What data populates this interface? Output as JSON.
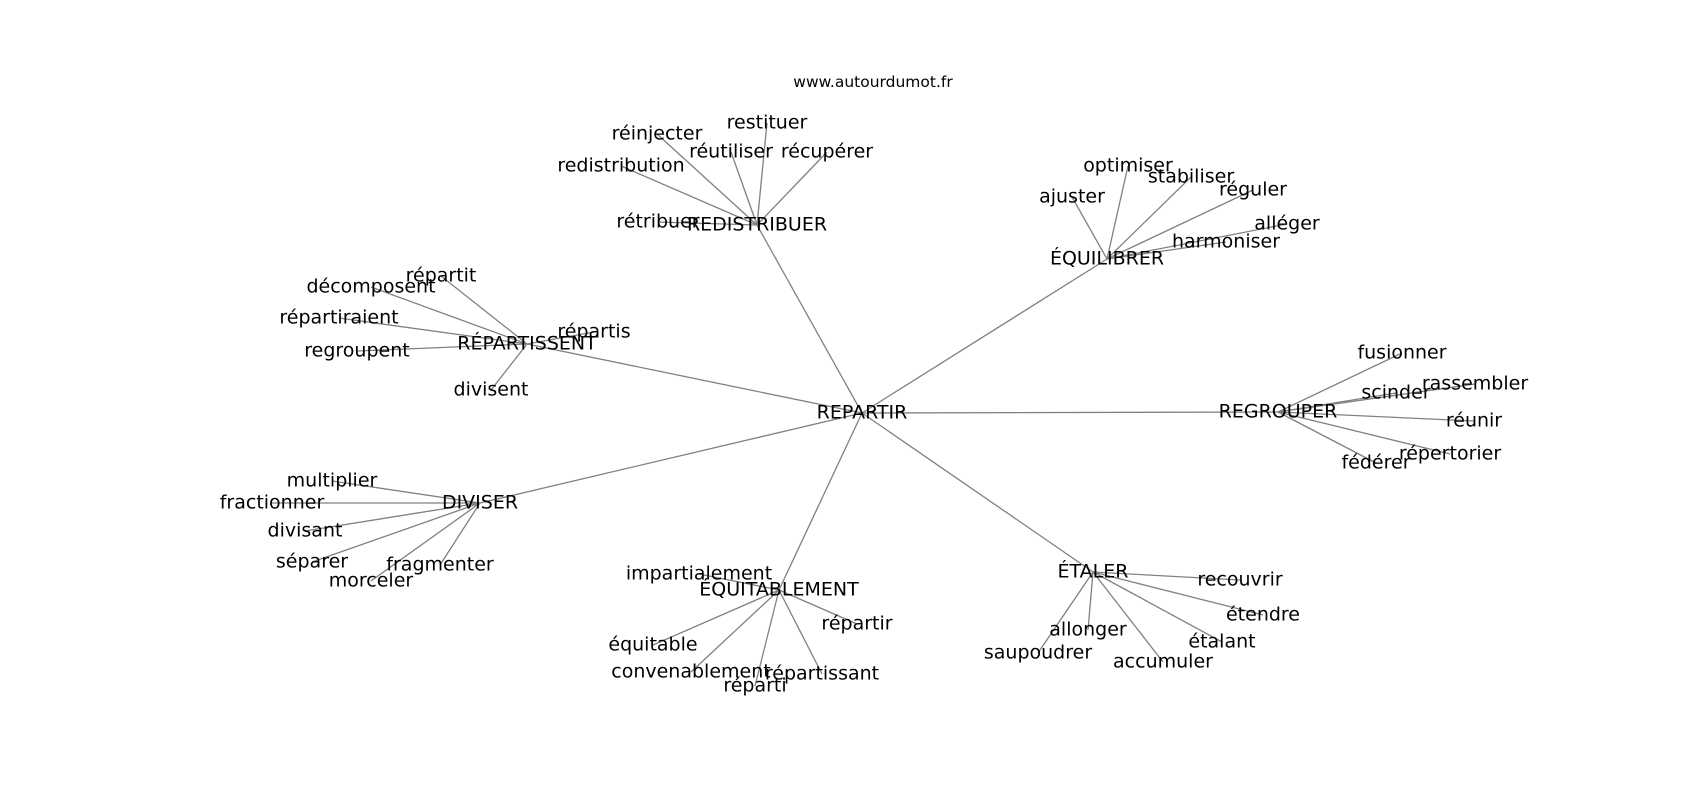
{
  "source": "www.autourdumot.fr",
  "hub": {
    "id": "n0",
    "label": "REPARTIR"
  },
  "groups": [
    {
      "id": "g1",
      "label": "REDISTRIBUER",
      "leaves": [
        "restituer",
        "réinjecter",
        "réutiliser",
        "récupérer",
        "redistribution",
        "rétribuer"
      ]
    },
    {
      "id": "g2",
      "label": "ÉQUILIBRER",
      "leaves": [
        "optimiser",
        "stabiliser",
        "ajuster",
        "réguler",
        "alléger",
        "harmoniser"
      ]
    },
    {
      "id": "g3",
      "label": "RÉPARTISSENT",
      "leaves": [
        "répartit",
        "décomposent",
        "répartis",
        "répartiraient",
        "regroupent",
        "divisent"
      ]
    },
    {
      "id": "g4",
      "label": "REGROUPER",
      "leaves": [
        "fusionner",
        "rassembler",
        "scinder",
        "réunir",
        "répertorier",
        "fédérer"
      ]
    },
    {
      "id": "g5",
      "label": "DIVISER",
      "leaves": [
        "multiplier",
        "fractionner",
        "divisant",
        "séparer",
        "fragmenter",
        "morceler"
      ]
    },
    {
      "id": "g6",
      "label": "ÉQUITABLEMENT",
      "leaves": [
        "impartialement",
        "répartir",
        "équitable",
        "convenablement",
        "répartissant",
        "réparti"
      ]
    },
    {
      "id": "g7",
      "label": "ÉTALER",
      "leaves": [
        "recouvrir",
        "étendre",
        "allonger",
        "étalant",
        "saupoudrer",
        "accumuler"
      ]
    }
  ]
}
